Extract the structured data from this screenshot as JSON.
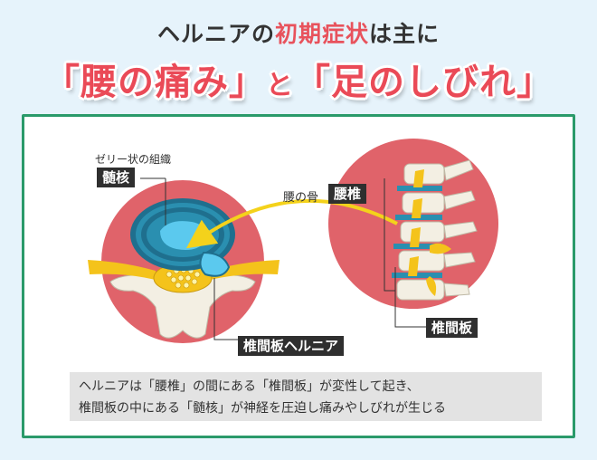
{
  "heading": {
    "before": "ヘルニアの",
    "highlight": "初期症状",
    "after": "は主に"
  },
  "headline": {
    "part1": "「腰の痛み」",
    "joiner": "と",
    "part2": "「足のしびれ」"
  },
  "diagram": {
    "gel_note": "ゼリー状の組織",
    "nucleus_tag": "髄核",
    "herniation_tag": "椎間板ヘルニア",
    "lumbar_note": "腰の骨",
    "lumbar_tag": "腰椎",
    "disc_tag": "椎間板"
  },
  "caption": {
    "line1": "ヘルニアは「腰椎」の間にある「椎間板」が変性して起き、",
    "line2": "椎間板の中にある「髄核」が神経を圧迫し痛みやしびれが生じる"
  },
  "colors": {
    "circle": "#e0636a",
    "disc": "#2a8fb0",
    "nucleus": "#5bc9ee",
    "nerve": "#f4c31b",
    "frame": "#2a9a6a",
    "headline": "#ea4a57"
  }
}
